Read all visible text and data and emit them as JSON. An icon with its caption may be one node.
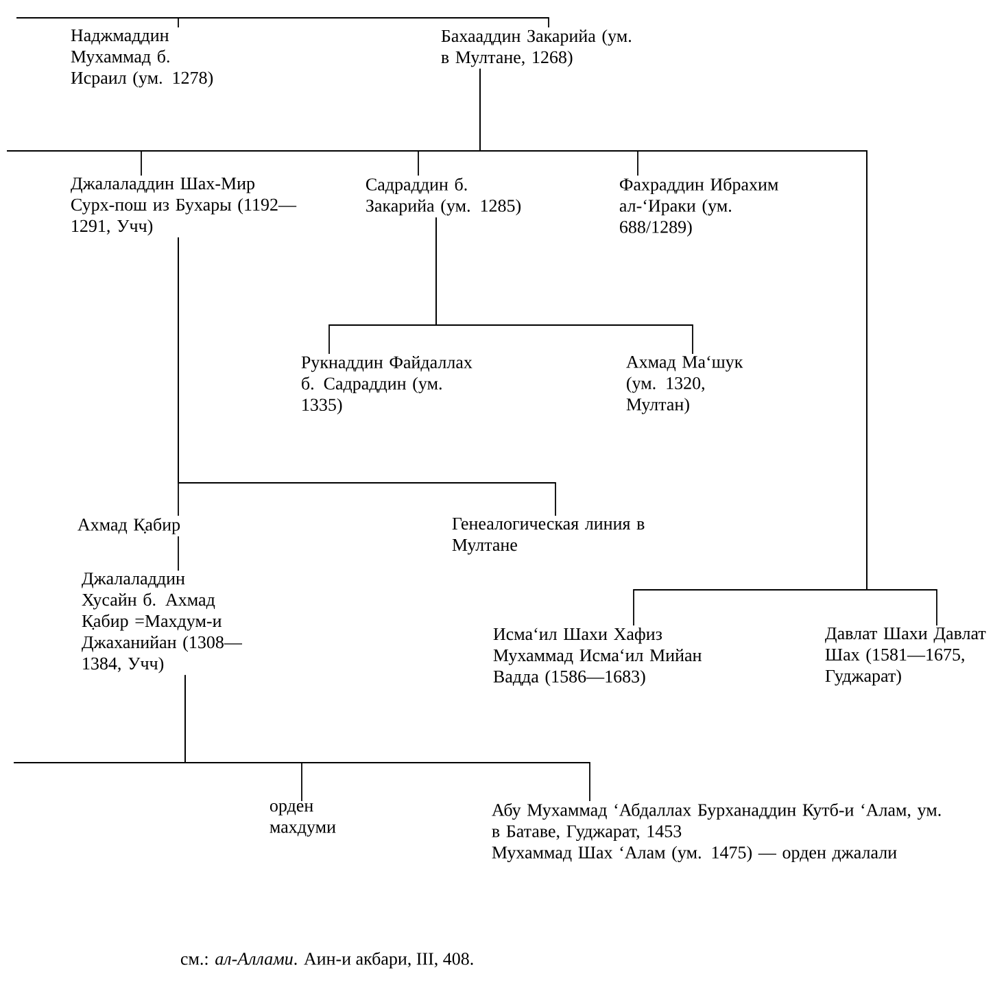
{
  "diagram": {
    "caption": "см.: *ал-Аллами*. Аин-и акбари, III, 408.",
    "nodes": [
      {
        "text": [
          "Наджмаддин Мухаммад б. Исраил (ум. 1278)"
        ]
      },
      {
        "text": [
          "Бахааддин Закарийа (ум. в Мултане, 1268)"
        ]
      },
      {
        "text": [
          "Джалаладдин Шах-Мир Сурх-пош из Бухары (1192—1291, Учч)"
        ]
      },
      {
        "text": [
          "Садраддин б. Закарийа (ум. 1285)"
        ]
      },
      {
        "text": [
          "Фахраддин Ибрахим ал-‘Ираки (ум. 688/1289)"
        ]
      },
      {
        "text": [
          "Рукнаддин Файдаллах б. Садраддин (ум. 1335)"
        ]
      },
      {
        "text": [
          "Ахмад Ма‘шук (ум. 1320, Мултан)"
        ]
      },
      {
        "text": [
          "Ахмад К̣абир"
        ]
      },
      {
        "text": [
          "Генеалогическая линия в Мултане"
        ]
      },
      {
        "text": [
          "Джалаладдин Хусайн б. Ахмад К̣абир =Махдум-и Джаханийан (1308—1384, Учч)"
        ]
      },
      {
        "text": [
          "Исма‘ил Шахи Хафиз Мухаммад Исма‘ил Мийан Вадда (1586—1683)"
        ]
      },
      {
        "text": [
          "Давлат Шахи Давлат Шах (1581—1675, Гуджарат)"
        ]
      },
      {
        "text": [
          "орден махдуми"
        ]
      },
      {
        "text": [
          "Абу Мухаммад ‘Абдаллах Бурханаддин Кутб-и ‘Алам, ум. в Батаве, Гуджарат, 1453",
          "Мухаммад Шах ‘Алам (ум. 1475) — орден джалали"
        ]
      }
    ],
    "edges": [
      {
        "from": null,
        "to": 0,
        "arrow": "none"
      },
      {
        "from": null,
        "to": 1,
        "arrow": "none"
      },
      {
        "from": 1,
        "to": 2,
        "arrow": "none"
      },
      {
        "from": 1,
        "to": 3,
        "arrow": "none"
      },
      {
        "from": 1,
        "to": 4,
        "arrow": "none"
      },
      {
        "from": 1,
        "to": 10,
        "arrow": "none"
      },
      {
        "from": 1,
        "to": 11,
        "arrow": "none"
      },
      {
        "from": 3,
        "to": 5,
        "arrow": "none"
      },
      {
        "from": 3,
        "to": 6,
        "arrow": "none"
      },
      {
        "from": 2,
        "to": 7,
        "arrow": "none"
      },
      {
        "from": 2,
        "to": 8,
        "arrow": "none"
      },
      {
        "from": 7,
        "to": 9,
        "arrow": "none"
      },
      {
        "from": 9,
        "to": 12,
        "arrow": "none"
      },
      {
        "from": 9,
        "to": 13,
        "arrow": "none"
      }
    ]
  }
}
